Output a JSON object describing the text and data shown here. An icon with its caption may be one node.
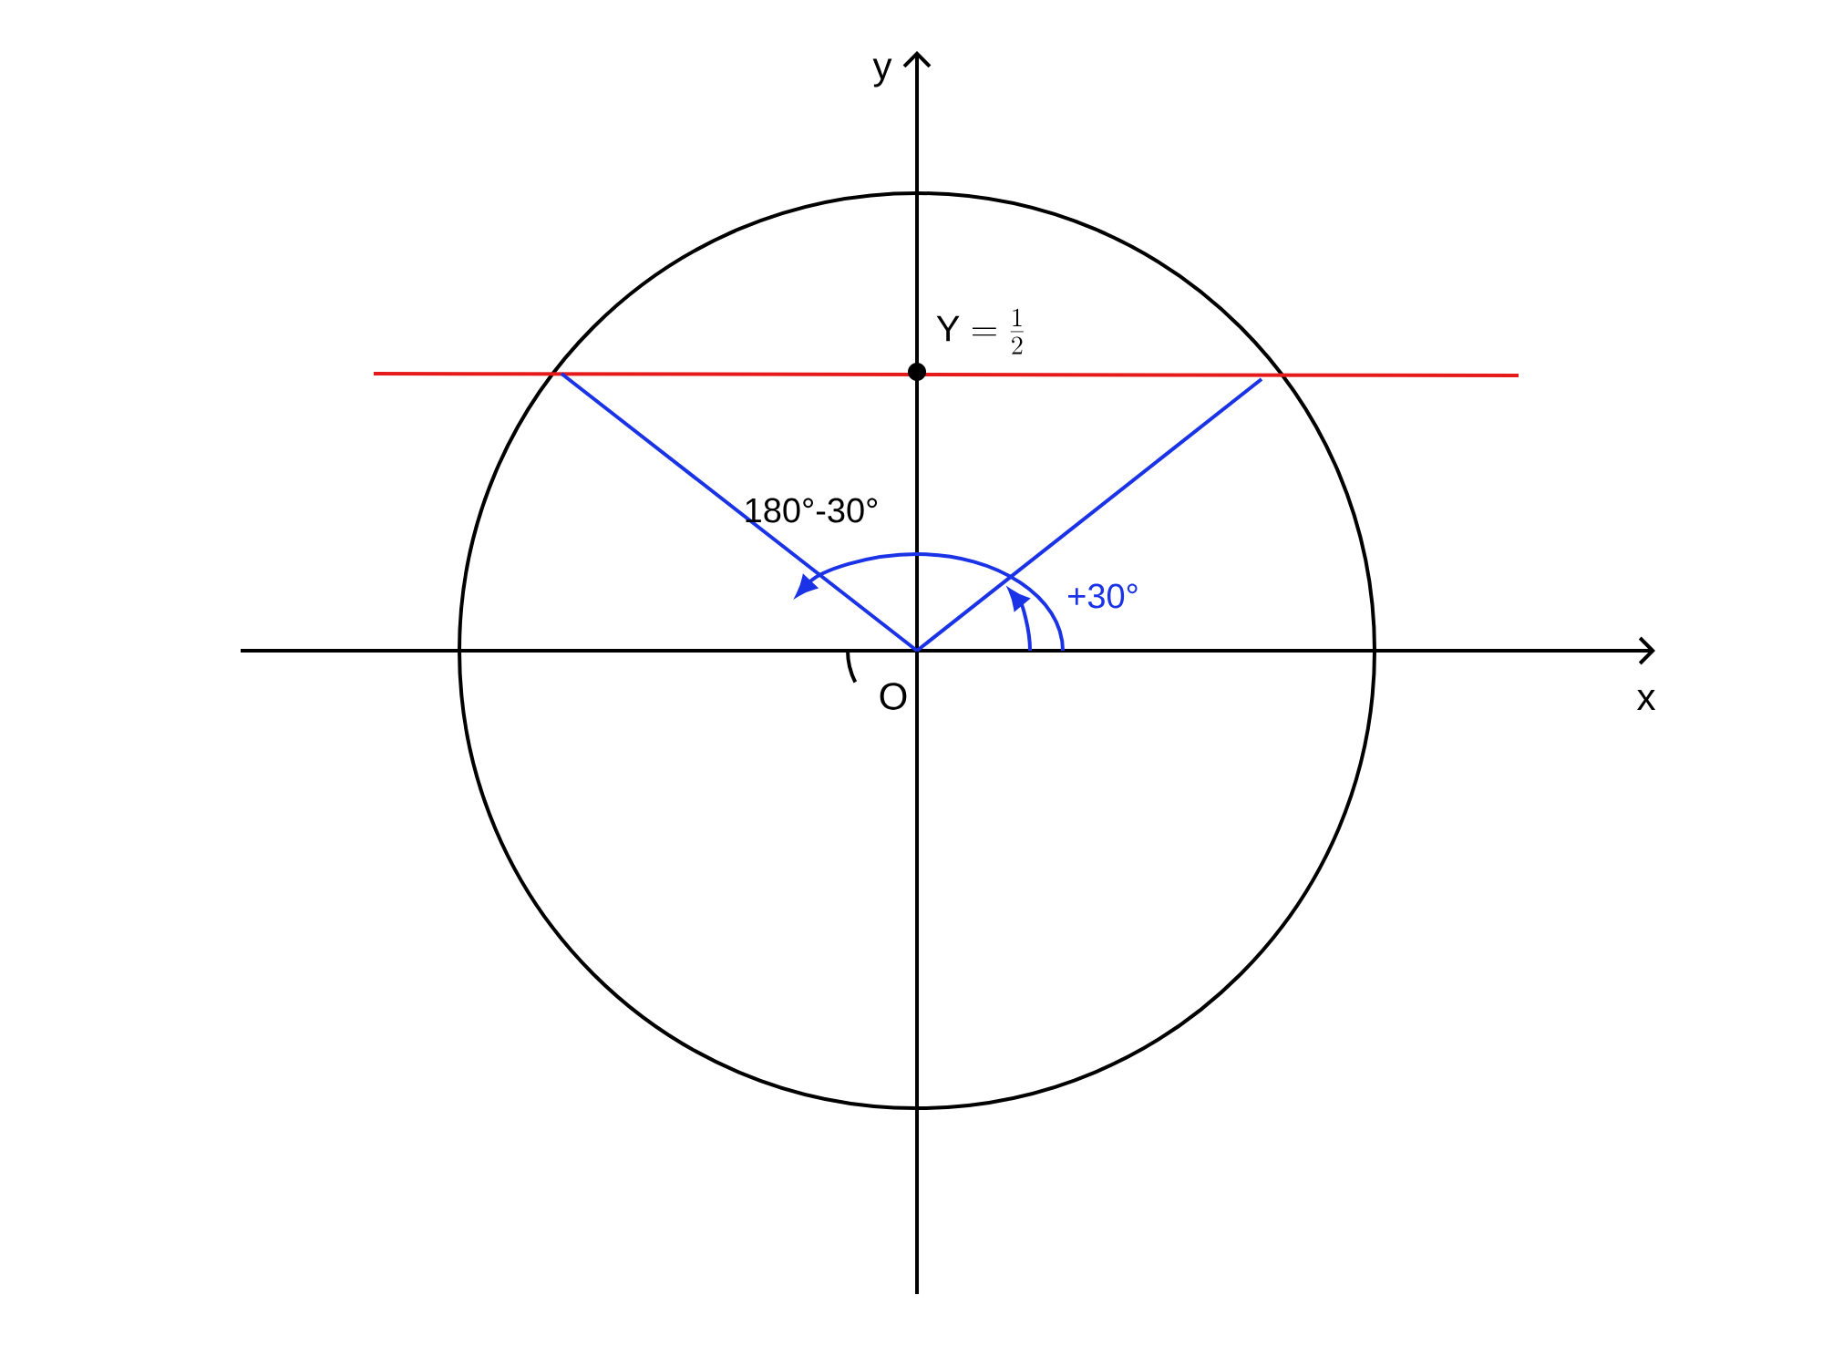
{
  "diagram": {
    "labels": [
      "y",
      "\\mathrm{Y}=\\frac{1}{2}",
      "180°-30°",
      "+30°",
      "O",
      "x"
    ]
  }
}
